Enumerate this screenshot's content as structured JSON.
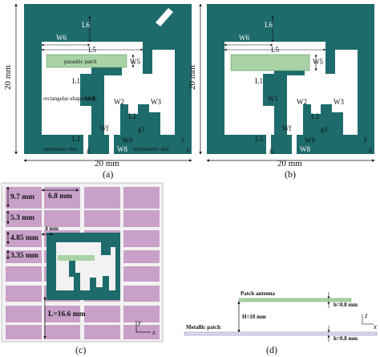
{
  "panel_a": {
    "caption": "(a)",
    "dim_width": "20 mm",
    "dim_height": "20 mm",
    "patch_label": "parasitic patch",
    "stub_label": "rectangular-shaped stub",
    "sym_slot": "symmetric slot",
    "asym_slot": "asymmetric slot",
    "labels": {
      "L6": "L6",
      "W6": "W6",
      "L5": "L5",
      "W5": "W5",
      "L1": "L1",
      "W1": "W1",
      "W2": "W2",
      "W3": "W3",
      "L2": "L2",
      "Wf": "Wf",
      "g1": "g1",
      "L3": "L3",
      "g": "g",
      "W8": "W8",
      "W9": "W9",
      "y": "y",
      "x": "x"
    }
  },
  "panel_b": {
    "caption": "(b)",
    "dim_width": "20 mm",
    "dim_height": "20 mm",
    "labels": {
      "L6": "L6",
      "W6": "W6",
      "L5": "L5",
      "W5": "W5",
      "L1": "L1",
      "W1": "W1",
      "W2": "W2",
      "W3": "W3",
      "L2": "L2",
      "Wf": "Wf",
      "g1": "g1",
      "L3": "L3",
      "g": "g",
      "W8": "W8",
      "W9": "W9",
      "y": "y",
      "x": "x"
    }
  },
  "panel_c": {
    "caption": "(c)",
    "dims": [
      "9.7 mm",
      "6.8 mm",
      "5.3 mm",
      "4.85 mm",
      "3.35 mm",
      "4 mm",
      "L=16.6 mm"
    ],
    "axis_y": "y",
    "axis_x": "x"
  },
  "panel_d": {
    "caption": "(d)",
    "patch_antenna": "Patch antenna",
    "h_top": "h=0.8 mm",
    "H": "H=10 mm",
    "metallic_patch": "Metallic patch",
    "h_bottom": "h=0.8 mm",
    "axis_z": "z",
    "axis_x": "x"
  },
  "colors": {
    "antenna": "#1e6b6b",
    "patch": "#a9d3a6",
    "cell": "#c8a0c8",
    "substrate": "#f2f2f2"
  }
}
